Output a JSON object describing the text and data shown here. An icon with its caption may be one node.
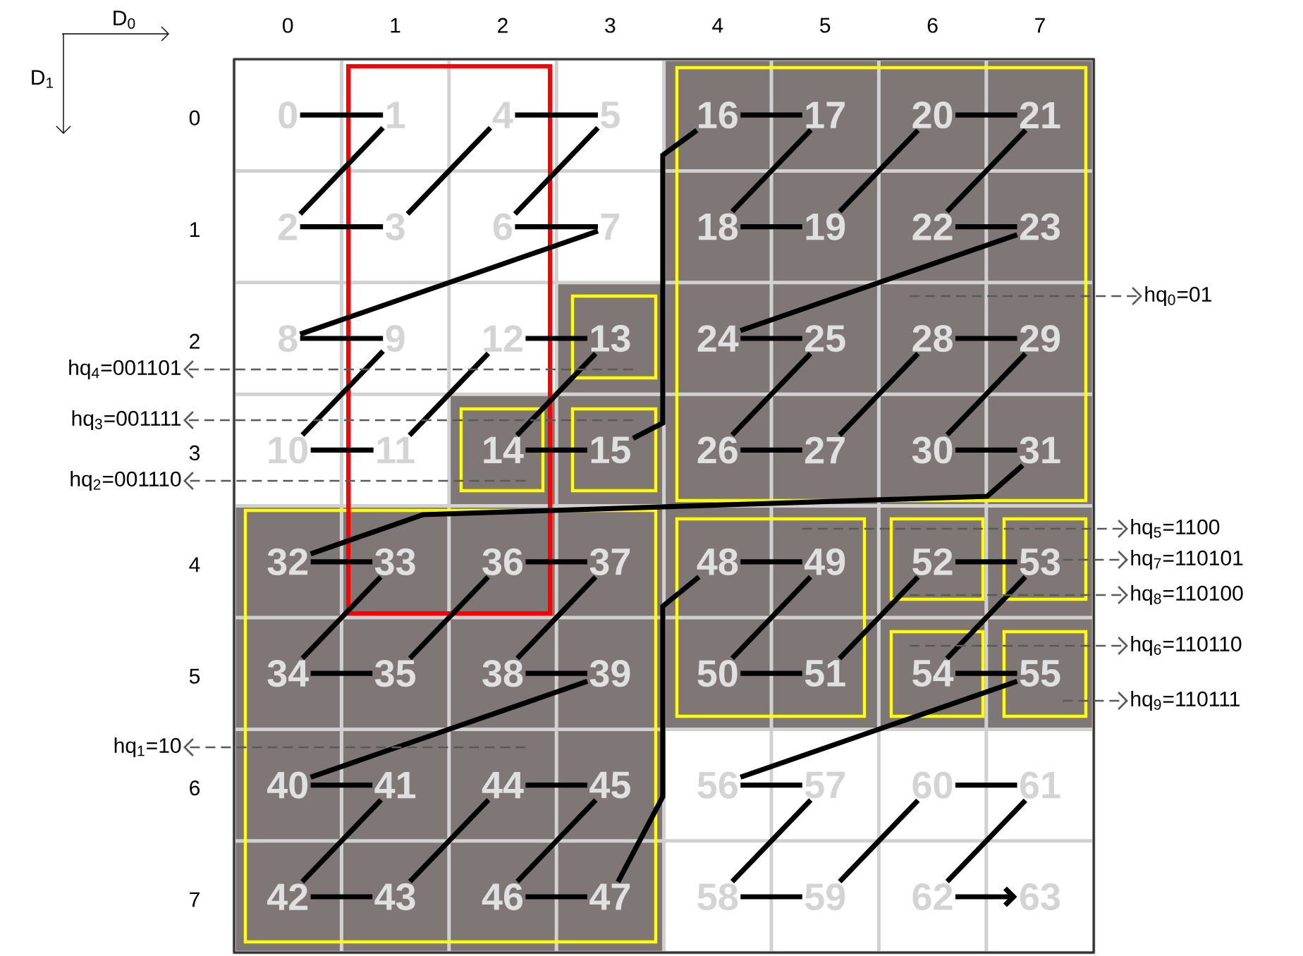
{
  "diagram": {
    "nodes": [
      {
        "text": [
          "0"
        ]
      },
      {
        "text": [
          "1"
        ]
      },
      {
        "text": [
          "4"
        ]
      },
      {
        "text": [
          "5"
        ]
      },
      {
        "text": [
          "16"
        ]
      },
      {
        "text": [
          "17"
        ]
      },
      {
        "text": [
          "20"
        ]
      },
      {
        "text": [
          "21"
        ]
      },
      {
        "text": [
          "2"
        ]
      },
      {
        "text": [
          "3"
        ]
      },
      {
        "text": [
          "6"
        ]
      },
      {
        "text": [
          "7"
        ]
      },
      {
        "text": [
          "18"
        ]
      },
      {
        "text": [
          "19"
        ]
      },
      {
        "text": [
          "22"
        ]
      },
      {
        "text": [
          "23"
        ]
      },
      {
        "text": [
          "8"
        ]
      },
      {
        "text": [
          "9"
        ]
      },
      {
        "text": [
          "12"
        ]
      },
      {
        "text": [
          "13"
        ]
      },
      {
        "text": [
          "24"
        ]
      },
      {
        "text": [
          "25"
        ]
      },
      {
        "text": [
          "28"
        ]
      },
      {
        "text": [
          "29"
        ]
      },
      {
        "text": [
          "10"
        ]
      },
      {
        "text": [
          "11"
        ]
      },
      {
        "text": [
          "14"
        ]
      },
      {
        "text": [
          "15"
        ]
      },
      {
        "text": [
          "26"
        ]
      },
      {
        "text": [
          "27"
        ]
      },
      {
        "text": [
          "30"
        ]
      },
      {
        "text": [
          "31"
        ]
      },
      {
        "text": [
          "32"
        ]
      },
      {
        "text": [
          "33"
        ]
      },
      {
        "text": [
          "36"
        ]
      },
      {
        "text": [
          "37"
        ]
      },
      {
        "text": [
          "48"
        ]
      },
      {
        "text": [
          "49"
        ]
      },
      {
        "text": [
          "52"
        ]
      },
      {
        "text": [
          "53"
        ]
      },
      {
        "text": [
          "34"
        ]
      },
      {
        "text": [
          "35"
        ]
      },
      {
        "text": [
          "38"
        ]
      },
      {
        "text": [
          "39"
        ]
      },
      {
        "text": [
          "50"
        ]
      },
      {
        "text": [
          "51"
        ]
      },
      {
        "text": [
          "54"
        ]
      },
      {
        "text": [
          "55"
        ]
      },
      {
        "text": [
          "40"
        ]
      },
      {
        "text": [
          "41"
        ]
      },
      {
        "text": [
          "44"
        ]
      },
      {
        "text": [
          "45"
        ]
      },
      {
        "text": [
          "56"
        ]
      },
      {
        "text": [
          "57"
        ]
      },
      {
        "text": [
          "60"
        ]
      },
      {
        "text": [
          "61"
        ]
      },
      {
        "text": [
          "42"
        ]
      },
      {
        "text": [
          "43"
        ]
      },
      {
        "text": [
          "46"
        ]
      },
      {
        "text": [
          "47"
        ]
      },
      {
        "text": [
          "58"
        ]
      },
      {
        "text": [
          "59"
        ]
      },
      {
        "text": [
          "62"
        ]
      },
      {
        "text": [
          "63"
        ]
      },
      {
        "text": [
          "hq$_{0}$=01"
        ]
      },
      {
        "text": [
          "hq$_{4}$=001101"
        ]
      },
      {
        "text": [
          "hq$_{3}$=001111"
        ]
      },
      {
        "text": [
          "hq$_{2}$=001110"
        ]
      },
      {
        "text": [
          "hq$_{5}$=1100"
        ]
      },
      {
        "text": [
          "hq$_{7}$=110101"
        ]
      },
      {
        "text": [
          "hq$_{8}$=110100"
        ]
      },
      {
        "text": [
          "hq$_{6}$=110110"
        ]
      },
      {
        "text": [
          "hq$_{9}$=110111"
        ]
      },
      {
        "text": [
          "hq$_{1}$=10"
        ]
      }
    ],
    "edges": [
      {
        "from": 0,
        "to": 1,
        "arrow": "none"
      },
      {
        "from": 1,
        "to": 8,
        "arrow": "none"
      },
      {
        "from": 8,
        "to": 9,
        "arrow": "none"
      },
      {
        "from": 9,
        "to": 2,
        "arrow": "none"
      },
      {
        "from": 2,
        "to": 3,
        "arrow": "none"
      },
      {
        "from": 3,
        "to": 10,
        "arrow": "none"
      },
      {
        "from": 10,
        "to": 11,
        "arrow": "none"
      },
      {
        "from": 11,
        "to": 16,
        "arrow": "none"
      },
      {
        "from": 16,
        "to": 17,
        "arrow": "none"
      },
      {
        "from": 17,
        "to": 24,
        "arrow": "none"
      },
      {
        "from": 24,
        "to": 25,
        "arrow": "none"
      },
      {
        "from": 25,
        "to": 18,
        "arrow": "none"
      },
      {
        "from": 18,
        "to": 19,
        "arrow": "none"
      },
      {
        "from": 19,
        "to": 26,
        "arrow": "none"
      },
      {
        "from": 26,
        "to": 27,
        "arrow": "none"
      },
      {
        "from": 27,
        "to": 4,
        "arrow": "none"
      },
      {
        "from": 4,
        "to": 5,
        "arrow": "none"
      },
      {
        "from": 5,
        "to": 12,
        "arrow": "none"
      },
      {
        "from": 12,
        "to": 13,
        "arrow": "none"
      },
      {
        "from": 13,
        "to": 6,
        "arrow": "none"
      },
      {
        "from": 6,
        "to": 7,
        "arrow": "none"
      },
      {
        "from": 7,
        "to": 14,
        "arrow": "none"
      },
      {
        "from": 14,
        "to": 15,
        "arrow": "none"
      },
      {
        "from": 15,
        "to": 20,
        "arrow": "none"
      },
      {
        "from": 20,
        "to": 21,
        "arrow": "none"
      },
      {
        "from": 21,
        "to": 28,
        "arrow": "none"
      },
      {
        "from": 28,
        "to": 29,
        "arrow": "none"
      },
      {
        "from": 29,
        "to": 22,
        "arrow": "none"
      },
      {
        "from": 22,
        "to": 23,
        "arrow": "none"
      },
      {
        "from": 23,
        "to": 30,
        "arrow": "none"
      },
      {
        "from": 30,
        "to": 31,
        "arrow": "none"
      },
      {
        "from": 31,
        "to": 32,
        "arrow": "none"
      },
      {
        "from": 32,
        "to": 33,
        "arrow": "none"
      },
      {
        "from": 33,
        "to": 40,
        "arrow": "none"
      },
      {
        "from": 40,
        "to": 41,
        "arrow": "none"
      },
      {
        "from": 41,
        "to": 34,
        "arrow": "none"
      },
      {
        "from": 34,
        "to": 35,
        "arrow": "none"
      },
      {
        "from": 35,
        "to": 42,
        "arrow": "none"
      },
      {
        "from": 42,
        "to": 43,
        "arrow": "none"
      },
      {
        "from": 43,
        "to": 48,
        "arrow": "none"
      },
      {
        "from": 48,
        "to": 49,
        "arrow": "none"
      },
      {
        "from": 49,
        "to": 56,
        "arrow": "none"
      },
      {
        "from": 56,
        "to": 57,
        "arrow": "none"
      },
      {
        "from": 57,
        "to": 50,
        "arrow": "none"
      },
      {
        "from": 50,
        "to": 51,
        "arrow": "none"
      },
      {
        "from": 51,
        "to": 58,
        "arrow": "none"
      },
      {
        "from": 58,
        "to": 59,
        "arrow": "none"
      },
      {
        "from": 59,
        "to": 36,
        "arrow": "none"
      },
      {
        "from": 36,
        "to": 37,
        "arrow": "none"
      },
      {
        "from": 37,
        "to": 44,
        "arrow": "none"
      },
      {
        "from": 44,
        "to": 45,
        "arrow": "none"
      },
      {
        "from": 45,
        "to": 38,
        "arrow": "none"
      },
      {
        "from": 38,
        "to": 39,
        "arrow": "none"
      },
      {
        "from": 39,
        "to": 46,
        "arrow": "none"
      },
      {
        "from": 46,
        "to": 47,
        "arrow": "none"
      },
      {
        "from": 47,
        "to": 52,
        "arrow": "none"
      },
      {
        "from": 52,
        "to": 53,
        "arrow": "none"
      },
      {
        "from": 53,
        "to": 60,
        "arrow": "none"
      },
      {
        "from": 60,
        "to": 61,
        "arrow": "none"
      },
      {
        "from": 61,
        "to": 54,
        "arrow": "none"
      },
      {
        "from": 54,
        "to": 55,
        "arrow": "none"
      },
      {
        "from": 55,
        "to": 62,
        "arrow": "none"
      },
      {
        "from": 62,
        "to": 63,
        "arrow": "to"
      },
      {
        "from": 22,
        "to": 64,
        "arrow": "to",
        "style": "dashed",
        "color": "#595959"
      },
      {
        "from": 19,
        "to": 65,
        "arrow": "to",
        "style": "dashed",
        "color": "#595959"
      },
      {
        "from": 27,
        "to": 66,
        "arrow": "to",
        "style": "dashed",
        "color": "#595959"
      },
      {
        "from": 26,
        "to": 67,
        "arrow": "to",
        "style": "dashed",
        "color": "#595959"
      },
      {
        "from": 37,
        "to": 68,
        "arrow": "to",
        "style": "dashed",
        "color": "#595959"
      },
      {
        "from": 39,
        "to": 69,
        "arrow": "to",
        "style": "dashed",
        "color": "#595959"
      },
      {
        "from": 38,
        "to": 70,
        "arrow": "to",
        "style": "dashed",
        "color": "#595959"
      },
      {
        "from": 46,
        "to": 71,
        "arrow": "to",
        "style": "dashed",
        "color": "#595959"
      },
      {
        "from": 47,
        "to": 72,
        "arrow": "to",
        "style": "dashed",
        "color": "#595959"
      },
      {
        "from": 50,
        "to": 73,
        "arrow": "to",
        "style": "dashed",
        "color": "#595959"
      }
    ],
    "labels": [
      "D$_{0}$",
      "D$_{1}$",
      "0",
      "1",
      "2",
      "3",
      "4",
      "5",
      "6",
      "7",
      "0",
      "1",
      "2",
      "3",
      "4",
      "5",
      "6",
      "7"
    ]
  }
}
